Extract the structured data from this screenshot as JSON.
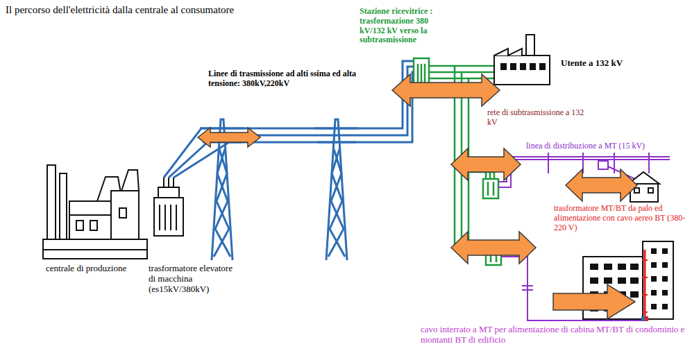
{
  "diagram": {
    "title": "Il percorso dell'elettricità dalla centrale al consumatore",
    "labels": [
      "centrale di produzione",
      "trasformatore elevatore di macchina (es15kV/380kV)",
      "Linee di trasmissione ad alti ssima ed alta tensione: 380kV,220kV",
      "Stazione ricevitrice : trasformazione 380 kV/132 kV verso la subtrasmissione",
      "Utente a 132 kV",
      "rete di subtrasmissione a 132 kV",
      "linea di distribuzione a MT (15 kV)",
      "trasformatore MT/BT da palo ed alimentazione con cavo aereo BT (380-220 V)",
      "cavo interrato a MT per alimentazione di cabina MT/BT di condominio e montanti BT di edificio"
    ]
  }
}
